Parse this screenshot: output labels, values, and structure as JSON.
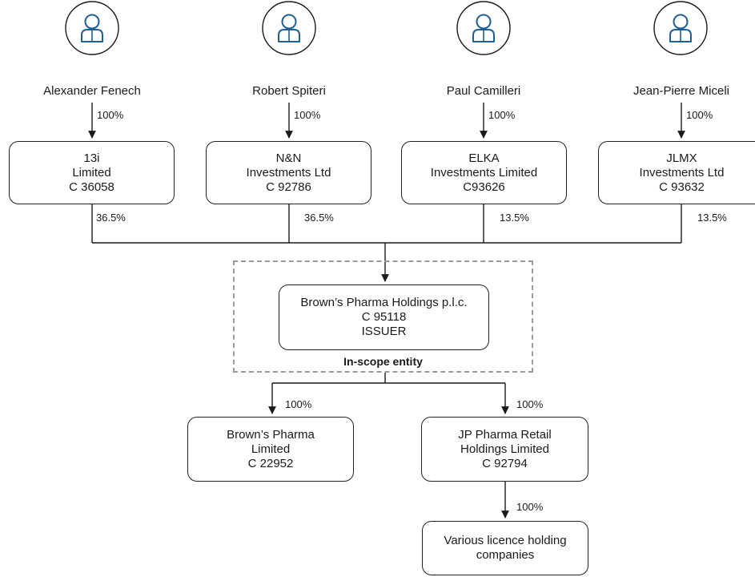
{
  "owners": [
    {
      "name": "Alexander Fenech",
      "pct": "100%",
      "icon": "person-icon"
    },
    {
      "name": "Robert Spiteri",
      "pct": "100%",
      "icon": "person-icon"
    },
    {
      "name": "Paul Camilleri",
      "pct": "100%",
      "icon": "person-icon"
    },
    {
      "name": "Jean-Pierre Miceli",
      "pct": "100%",
      "icon": "person-icon"
    }
  ],
  "holding_companies": [
    {
      "line1": "13i",
      "line2": "Limited",
      "reg": "C 36058",
      "pct": "36.5%"
    },
    {
      "line1": "N&N",
      "line2": "Investments Ltd",
      "reg": "C 92786",
      "pct": "36.5%"
    },
    {
      "line1": "ELKA",
      "line2": "Investments Limited",
      "reg": "C93626",
      "pct": "13.5%"
    },
    {
      "line1": "JLMX",
      "line2": "Investments Ltd",
      "reg": "C 93632",
      "pct": "13.5%"
    }
  ],
  "issuer": {
    "name": "Brown’s Pharma Holdings p.l.c.",
    "reg": "C 95118",
    "role": "ISSUER"
  },
  "scope_label": "In-scope entity",
  "subsidiaries": [
    {
      "line1": "Brown’s Pharma",
      "line2": "Limited",
      "reg": "C 22952",
      "pct": "100%"
    },
    {
      "line1": "JP Pharma Retail",
      "line2": "Holdings Limited",
      "reg": "C 92794",
      "pct": "100%"
    }
  ],
  "licence_holders": {
    "line1": "Various licence holding",
    "line2": "companies",
    "pct": "100%"
  },
  "colors": {
    "icon_stroke": "#1f5f92",
    "icon_circle": "#1a1a1a",
    "scope_border": "#9a9a9a"
  }
}
